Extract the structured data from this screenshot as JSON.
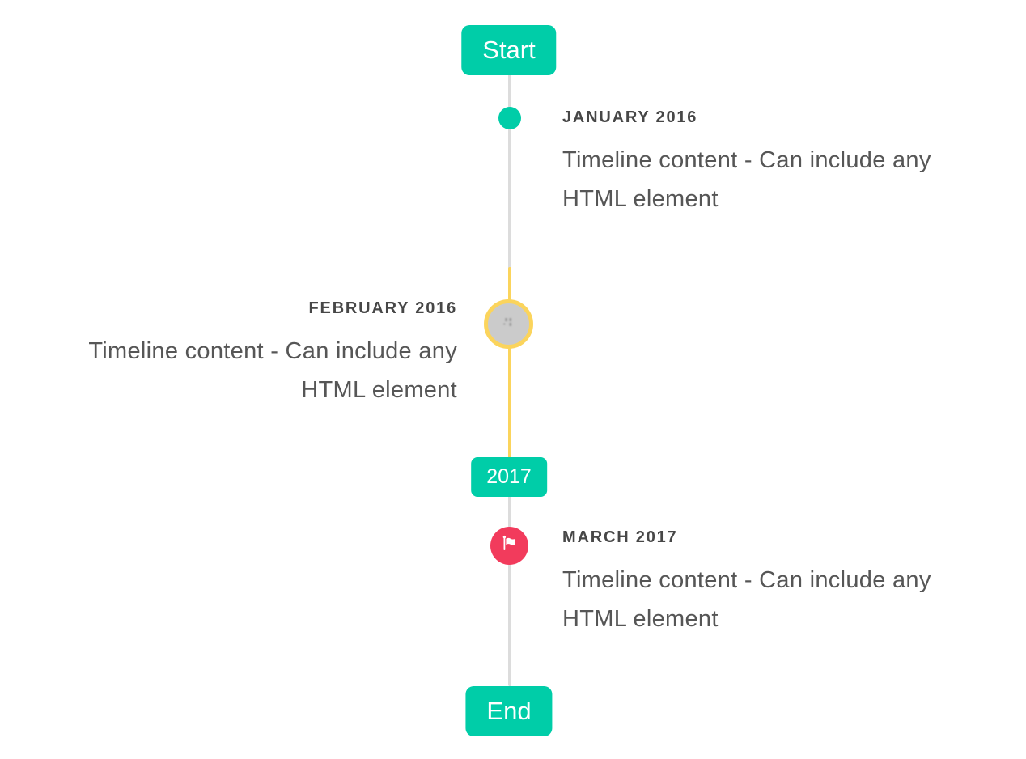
{
  "timeline": {
    "start_badge": "Start",
    "end_badge": "End",
    "year_badge": "2017",
    "items": [
      {
        "date_label": "JANUARY 2016",
        "content": "Timeline content - Can include any HTML element",
        "side": "right",
        "marker": "teal-dot"
      },
      {
        "date_label": "FEBRUARY 2016",
        "content": "Timeline content - Can include any HTML element",
        "side": "left",
        "marker": "gray-image-circle-yellow-ring"
      },
      {
        "date_label": "MARCH 2017",
        "content": "Timeline content - Can include any HTML element",
        "side": "right",
        "marker": "red-flag-circle"
      }
    ],
    "colors": {
      "accent_teal": "#00cda8",
      "highlight_yellow": "#fbd45c",
      "marker_red": "#f23b5c",
      "line_gray": "#dcdcdc",
      "image_marker_fill": "#cbcbcb",
      "title_text": "#474747",
      "content_text": "#565656"
    }
  }
}
